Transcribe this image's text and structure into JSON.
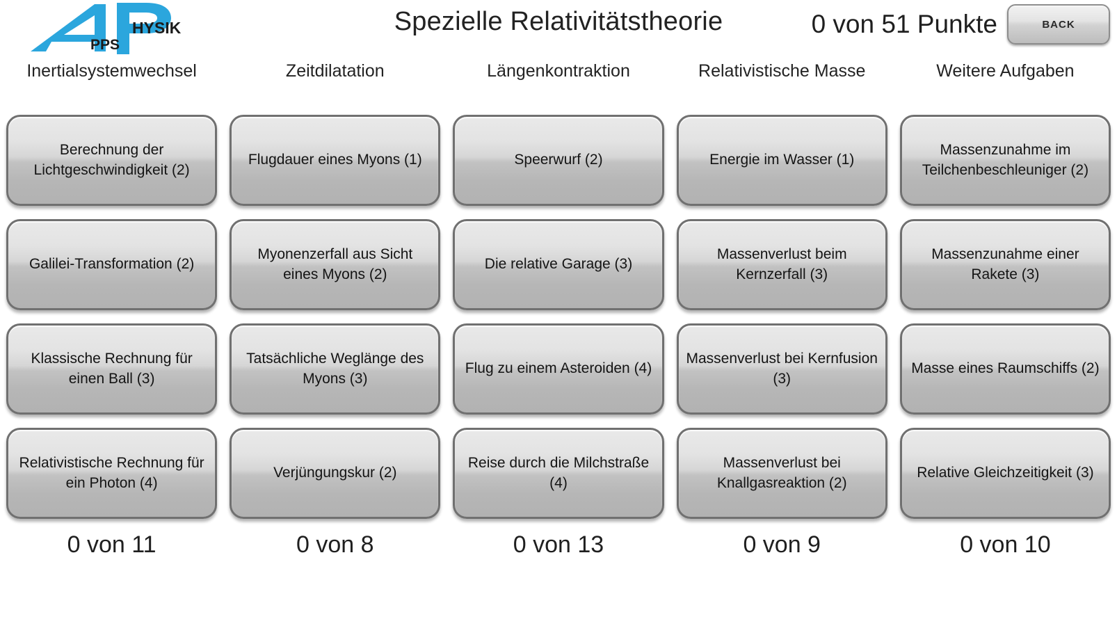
{
  "header": {
    "logo": {
      "name": "apps-physik-logo",
      "part_a": "A",
      "part_pps": "PPS",
      "part_p": "P",
      "part_hysik": "HYSIK",
      "brand_color": "#2ba6dd",
      "text_color": "#1b1b1b"
    },
    "title": "Spezielle Relativitätstheorie",
    "points_label": "0 von 51 Punkte",
    "back_label": "BACK"
  },
  "columns": [
    {
      "header": "Inertialsystemwechsel",
      "footer": "0 von 11",
      "tasks": [
        "Berechnung der Lichtgeschwindigkeit (2)",
        "Galilei-Transformation (2)",
        "Klassische Rechnung für einen Ball (3)",
        "Relativistische Rechnung für ein Photon (4)"
      ]
    },
    {
      "header": "Zeitdilatation",
      "footer": "0 von 8",
      "tasks": [
        "Flugdauer eines Myons (1)",
        "Myonenzerfall aus Sicht eines Myons (2)",
        "Tatsächliche Weglänge des Myons (3)",
        "Verjüngungskur (2)"
      ]
    },
    {
      "header": "Längenkontraktion",
      "footer": "0 von 13",
      "tasks": [
        "Speerwurf (2)",
        "Die relative Garage (3)",
        "Flug zu einem Asteroiden (4)",
        "Reise durch die Milchstraße (4)"
      ]
    },
    {
      "header": "Relativistische Masse",
      "footer": "0 von 9",
      "tasks": [
        "Energie im Wasser (1)",
        "Massenverlust beim Kernzerfall (3)",
        "Massenverlust bei Kernfusion (3)",
        "Massenverlust bei Knallgasreaktion  (2)"
      ]
    },
    {
      "header": "Weitere Aufgaben",
      "footer": "0 von 10",
      "tasks": [
        "Massenzunahme im Teilchenbeschleuniger (2)",
        "Massenzunahme einer Rakete (3)",
        "Masse eines Raumschiffs (2)",
        "Relative Gleichzeitigkeit (3)"
      ]
    }
  ]
}
